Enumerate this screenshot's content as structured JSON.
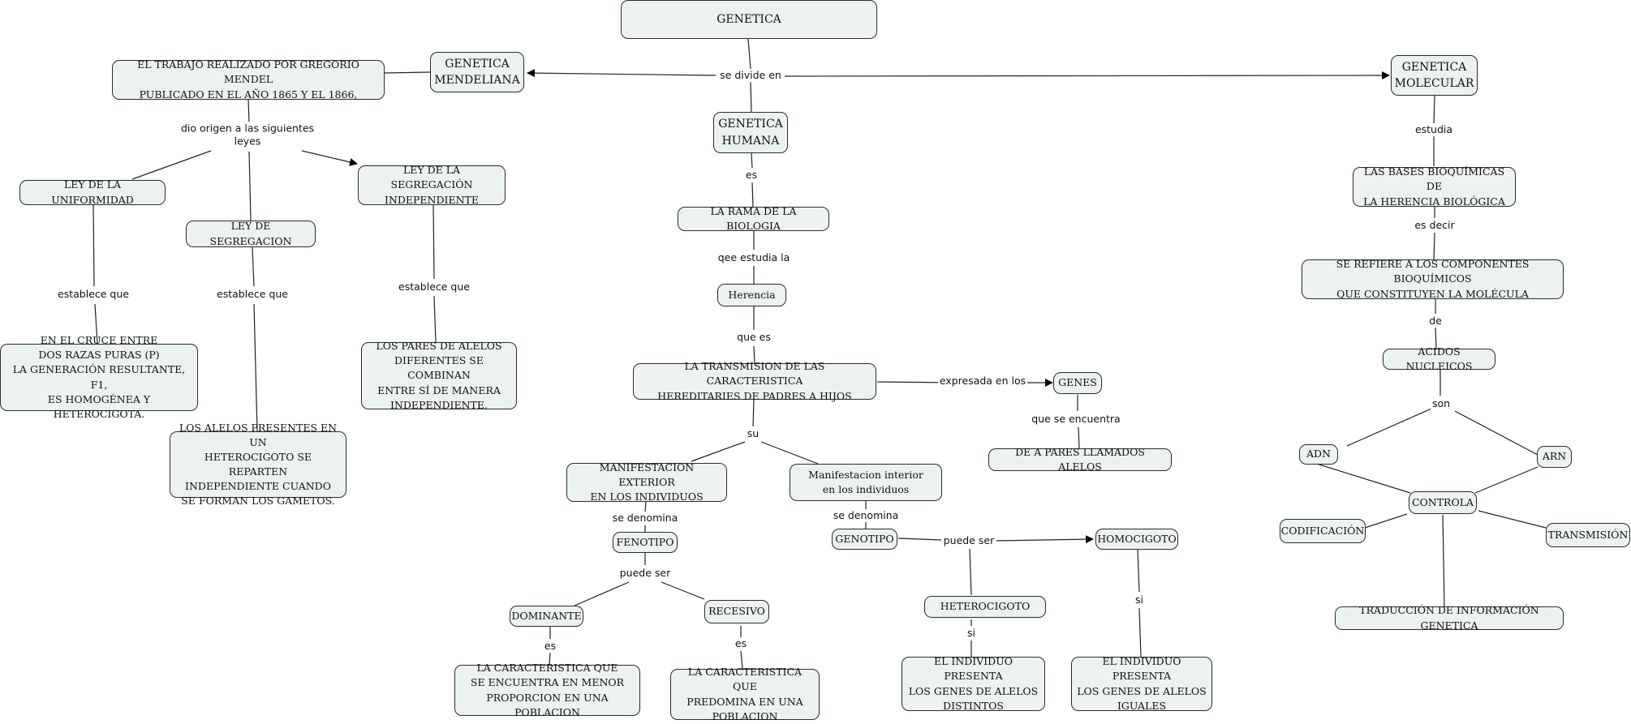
{
  "nodes": {
    "genetica": "GENETICA",
    "mendeliana": "GENETICA\nMENDELIANA",
    "humana": "GENETICA\nHUMANA",
    "molecular": "GENETICA\nMOLECULAR",
    "trabajo_mendel": "EL TRABAJO REALIZADO POR GREGORIO MENDEL\nPUBLICADO EN EL AÑO 1865 Y EL 1866,",
    "ley_uniformidad": "LEY DE LA UNIFORMIDAD",
    "ley_segregacion": "LEY DE SEGREGACION",
    "ley_seg_independiente": "LEY DE LA SEGREGACIÓN\nINDEPENDIENTE",
    "cruce_razas": "EN EL CRUCE ENTRE\nDOS RAZAS PURAS (P)\nLA GENERACIÓN RESULTANTE, F1,\nES HOMOGÉNEA Y HETEROCIGOTA.",
    "alelos_heterocigoto": "LOS ALELOS PRESENTES EN UN\nHETEROCIGOTO SE REPARTEN\nINDEPENDIENTE CUANDO\nSE FORMAN LOS GAMETOS.",
    "pares_alelos": "LOS PARES DE ALELOS\nDIFERENTES SE COMBINAN\nENTRE SÍ DE MANERA\nINDEPENDIENTE.",
    "rama_biologia": "LA RAMA DE LA BIOLOGIA",
    "herencia": "Herencia",
    "transmision": "LA TRANSMISION DE LAS CARACTERISTICA\nHEREDITARIES DE PADRES A HIJOS",
    "genes": "GENES",
    "pares_alelos_llamados": "DE A PARES LLAMADOS ALELOS",
    "manif_exterior": "MANIFESTACION  EXTERIOR\nEN LOS INDIVIDUOS",
    "manif_interior": "Manifestacion interior\nen los individuos",
    "fenotipo": "FENOTIPO",
    "genotipo": "GENOTIPO",
    "dominante": "DOMINANTE",
    "recesivo": "RECESIVO",
    "homocigoto": "HOMOCIGOTO",
    "heterocigoto": "HETEROCIGOTO",
    "caract_menor": "LA CARACTERISTICA QUE\nSE ENCUENTRA EN MENOR\nPROPORCION EN UNA POBLACION",
    "caract_predomina": "LA CARACTERISTICA QUE\nPREDOMINA EN UNA\nPOBLACION",
    "alelos_distintos": "EL INDIVIDUO PRESENTA\nLOS GENES DE ALELOS\nDISTINTOS",
    "alelos_iguales": "EL INDIVIDUO PRESENTA\nLOS GENES DE ALELOS\nIGUALES",
    "bases_bioquimicas": "LAS BASES BIOQUÍMICAS DE\nLA HERENCIA BIOLÓGICA",
    "componentes": "SE REFIERE A LOS COMPONENTES BIOQUÍMICOS\nQUE CONSTITUYEN LA MOLÉCULA",
    "acidos_nucleicos": "ACIDOS NUCLEICOS",
    "adn": "ADN",
    "arn": "ARN",
    "controla": "CONTROLA",
    "codificacion": "CODIFICACIÓN",
    "transmision_mol": "TRANSMISIÓN",
    "traduccion": "TRADUCCIÓN DE INFORMACIÓN GENETICA"
  },
  "links": {
    "se_divide_en": "se divide en",
    "dio_origen": "dio origen a las siguientes\nleyes",
    "establece_que_1": "establece que",
    "establece_que_2": "establece que",
    "establece_que_3": "establece que",
    "es_1": "es",
    "qee_estudia": "qee estudia la",
    "que_es": "que es",
    "expresada": "expresada en los",
    "que_se_encuentra": "que se encuentra",
    "su": "su",
    "se_denomina_1": "se denomina",
    "se_denomina_2": "se denomina",
    "puede_ser_1": "puede ser",
    "puede_ser_2": "puede ser",
    "es_2": "es",
    "es_3": "es",
    "si_1": "si",
    "si_2": "si",
    "estudia": "estudia",
    "es_decir": "es decir",
    "de": "de",
    "son": "son"
  }
}
